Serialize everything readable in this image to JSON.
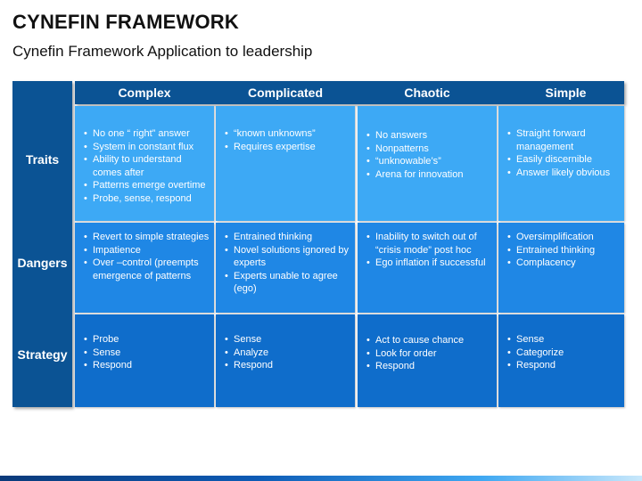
{
  "title": "CYNEFIN FRAMEWORK",
  "subtitle": "Cynefin Framework Application to leadership",
  "columns": [
    "Complex",
    "Complicated",
    "Chaotic",
    "Simple"
  ],
  "rows": [
    "Traits",
    "Dangers",
    "Strategy"
  ],
  "cells": {
    "traits": [
      [
        "No one “ right” answer",
        "System in constant flux",
        "Ability to understand comes after",
        "Patterns emerge overtime",
        "Probe, sense, respond"
      ],
      [
        "“known unknowns”",
        "Requires expertise"
      ],
      [
        "No answers",
        "Nonpatterns",
        "“unknowable’s”",
        "Arena for innovation"
      ],
      [
        "Straight forward management",
        "Easily discernible",
        "Answer likely obvious"
      ]
    ],
    "dangers": [
      [
        "Revert to simple strategies",
        "Impatience",
        "Over –control (preempts emergence of patterns"
      ],
      [
        "Entrained thinking",
        "Novel solutions ignored by experts",
        "Experts unable to agree (ego)"
      ],
      [
        "Inability to switch out of “crisis mode” post hoc",
        "Ego inflation if successful"
      ],
      [
        "Oversimplification",
        "Entrained thinking",
        "Complacency"
      ]
    ],
    "strategy": [
      [
        "Probe",
        "Sense",
        "Respond"
      ],
      [
        "Sense",
        "Analyze",
        "Respond"
      ],
      [
        "Act to cause chance",
        "Look for order",
        "Respond"
      ],
      [
        "Sense",
        "Categorize",
        "Respond"
      ]
    ]
  },
  "colors": {
    "header": "#0b5394",
    "traits": "#3da9f5",
    "dangers": "#1f87e5",
    "strategy": "#0f6dcb"
  }
}
